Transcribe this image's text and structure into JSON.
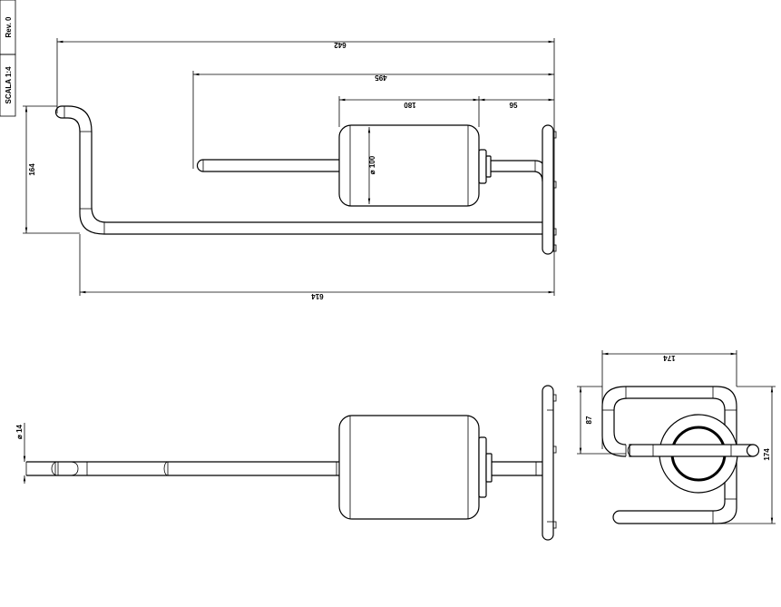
{
  "title_block": {
    "revision": "Rev. 0",
    "scale": "SCALA 1:4"
  },
  "dimensions": {
    "top_view": {
      "overall_height_top": "642",
      "rod_length": "495",
      "roll_width": "180",
      "roll_offset": "95",
      "roll_diameter": "⌀ 100",
      "height": "164",
      "overall_length": "614"
    },
    "front_view": {
      "rod_diameter": "⌀ 14"
    },
    "side_view": {
      "width": "174",
      "depth": "87",
      "height": "174"
    }
  }
}
